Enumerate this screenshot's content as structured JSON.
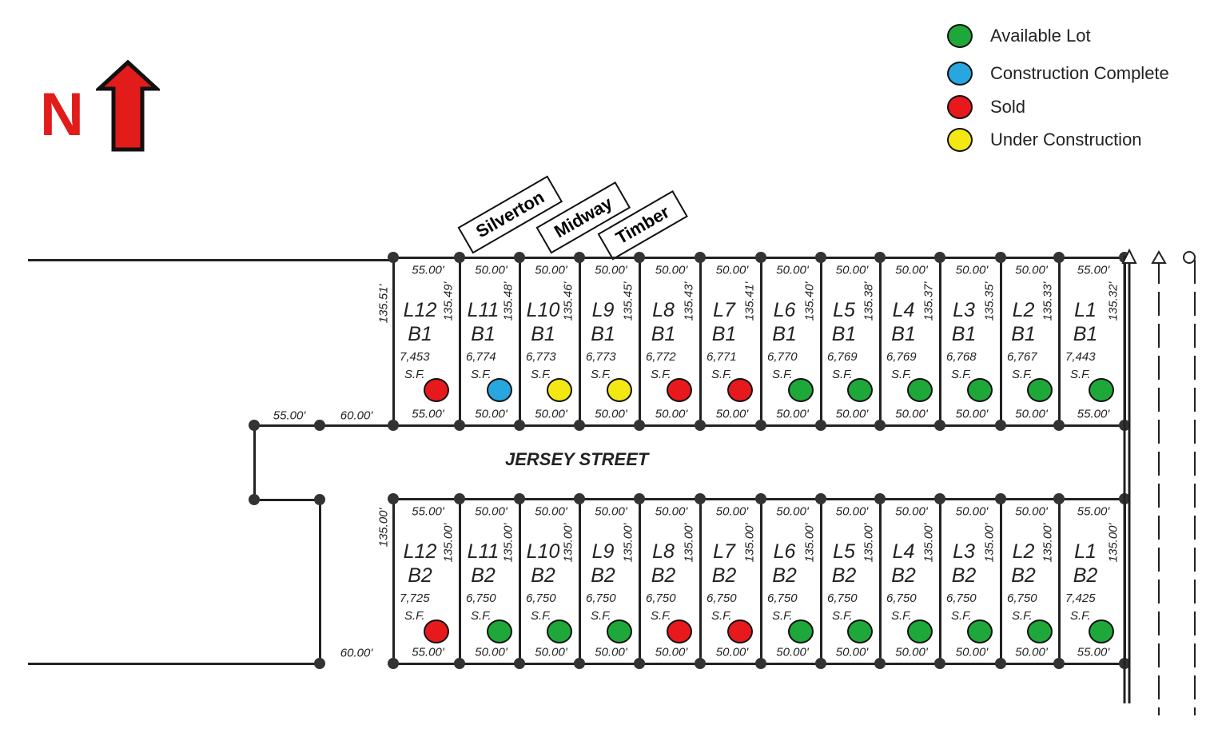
{
  "north": {
    "label": "N",
    "color": "#e21b1b"
  },
  "legend": [
    {
      "label": "Available Lot",
      "color": "#1ea83a"
    },
    {
      "label": "Construction Complete",
      "color": "#27a6e0"
    },
    {
      "label": "Sold",
      "color": "#e8191c"
    },
    {
      "label": "Under Construction",
      "color": "#f4e813"
    }
  ],
  "street_signs": [
    "Silverton",
    "Midway",
    "Timber"
  ],
  "street_name": "JERSEY STREET",
  "side_dims": {
    "west_stub_top": "55.00'",
    "west_top": "60.00'",
    "west_bottom": "60.00'"
  },
  "block1": {
    "left_depth": "135.51'",
    "lots": [
      {
        "lot": "L12",
        "block": "B1",
        "area": "7,453",
        "unit": "S.F.",
        "front": "55.00'",
        "rear": "55.00'",
        "depth": "135.49'",
        "status": "sold"
      },
      {
        "lot": "L11",
        "block": "B1",
        "area": "6,774",
        "unit": "S.F.",
        "front": "50.00'",
        "rear": "50.00'",
        "depth": "135.48'",
        "status": "complete"
      },
      {
        "lot": "L10",
        "block": "B1",
        "area": "6,773",
        "unit": "S.F.",
        "front": "50.00'",
        "rear": "50.00'",
        "depth": "135.46'",
        "status": "construction"
      },
      {
        "lot": "L9",
        "block": "B1",
        "area": "6,773",
        "unit": "S.F.",
        "front": "50.00'",
        "rear": "50.00'",
        "depth": "135.45'",
        "status": "construction"
      },
      {
        "lot": "L8",
        "block": "B1",
        "area": "6,772",
        "unit": "S.F.",
        "front": "50.00'",
        "rear": "50.00'",
        "depth": "135.43'",
        "status": "sold"
      },
      {
        "lot": "L7",
        "block": "B1",
        "area": "6,771",
        "unit": "S.F.",
        "front": "50.00'",
        "rear": "50.00'",
        "depth": "135.41'",
        "status": "sold"
      },
      {
        "lot": "L6",
        "block": "B1",
        "area": "6,770",
        "unit": "S.F.",
        "front": "50.00'",
        "rear": "50.00'",
        "depth": "135.40'",
        "status": "available"
      },
      {
        "lot": "L5",
        "block": "B1",
        "area": "6,769",
        "unit": "S.F.",
        "front": "50.00'",
        "rear": "50.00'",
        "depth": "135.38'",
        "status": "available"
      },
      {
        "lot": "L4",
        "block": "B1",
        "area": "6,769",
        "unit": "S.F.",
        "front": "50.00'",
        "rear": "50.00'",
        "depth": "135.37'",
        "status": "available"
      },
      {
        "lot": "L3",
        "block": "B1",
        "area": "6,768",
        "unit": "S.F.",
        "front": "50.00'",
        "rear": "50.00'",
        "depth": "135.35'",
        "status": "available"
      },
      {
        "lot": "L2",
        "block": "B1",
        "area": "6,767",
        "unit": "S.F.",
        "front": "50.00'",
        "rear": "50.00'",
        "depth": "135.33'",
        "status": "available"
      },
      {
        "lot": "L1",
        "block": "B1",
        "area": "7,443",
        "unit": "S.F.",
        "front": "55.00'",
        "rear": "55.00'",
        "depth": "135.32'",
        "status": "available"
      }
    ]
  },
  "block2": {
    "left_depth": "135.00'",
    "lots": [
      {
        "lot": "L12",
        "block": "B2",
        "area": "7,725",
        "unit": "S.F.",
        "front": "55.00'",
        "rear": "55.00'",
        "depth": "135.00'",
        "status": "sold"
      },
      {
        "lot": "L11",
        "block": "B2",
        "area": "6,750",
        "unit": "S.F.",
        "front": "50.00'",
        "rear": "50.00'",
        "depth": "135.00'",
        "status": "available"
      },
      {
        "lot": "L10",
        "block": "B2",
        "area": "6,750",
        "unit": "S.F.",
        "front": "50.00'",
        "rear": "50.00'",
        "depth": "135.00'",
        "status": "available"
      },
      {
        "lot": "L9",
        "block": "B2",
        "area": "6,750",
        "unit": "S.F.",
        "front": "50.00'",
        "rear": "50.00'",
        "depth": "135.00'",
        "status": "available"
      },
      {
        "lot": "L8",
        "block": "B2",
        "area": "6,750",
        "unit": "S.F.",
        "front": "50.00'",
        "rear": "50.00'",
        "depth": "135.00'",
        "status": "sold"
      },
      {
        "lot": "L7",
        "block": "B2",
        "area": "6,750",
        "unit": "S.F.",
        "front": "50.00'",
        "rear": "50.00'",
        "depth": "135.00'",
        "status": "sold"
      },
      {
        "lot": "L6",
        "block": "B2",
        "area": "6,750",
        "unit": "S.F.",
        "front": "50.00'",
        "rear": "50.00'",
        "depth": "135.00'",
        "status": "available"
      },
      {
        "lot": "L5",
        "block": "B2",
        "area": "6,750",
        "unit": "S.F.",
        "front": "50.00'",
        "rear": "50.00'",
        "depth": "135.00'",
        "status": "available"
      },
      {
        "lot": "L4",
        "block": "B2",
        "area": "6,750",
        "unit": "S.F.",
        "front": "50.00'",
        "rear": "50.00'",
        "depth": "135.00'",
        "status": "available"
      },
      {
        "lot": "L3",
        "block": "B2",
        "area": "6,750",
        "unit": "S.F.",
        "front": "50.00'",
        "rear": "50.00'",
        "depth": "135.00'",
        "status": "available"
      },
      {
        "lot": "L2",
        "block": "B2",
        "area": "6,750",
        "unit": "S.F.",
        "front": "50.00'",
        "rear": "50.00'",
        "depth": "135.00'",
        "status": "available"
      },
      {
        "lot": "L1",
        "block": "B2",
        "area": "7,425",
        "unit": "S.F.",
        "front": "55.00'",
        "rear": "55.00'",
        "depth": "135.00'",
        "status": "available"
      }
    ]
  },
  "status_colors": {
    "available": "#1ea83a",
    "complete": "#27a6e0",
    "sold": "#e8191c",
    "construction": "#f4e813"
  }
}
